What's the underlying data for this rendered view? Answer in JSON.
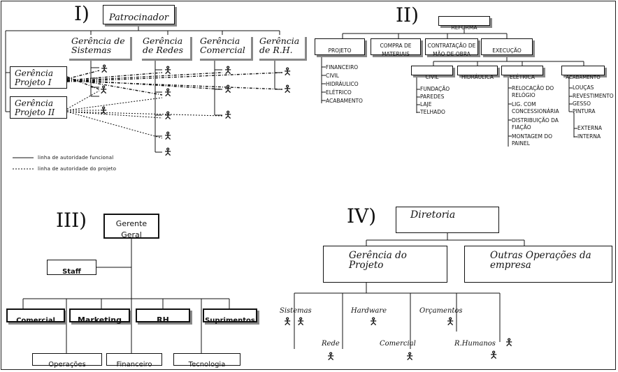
{
  "section1": {
    "label": "I)",
    "sponsor": "Patrocinador",
    "managements": [
      "Gerência de Sistemas",
      "Gerência de Redes",
      "Gerência Comercial",
      "Gerência de R.H."
    ],
    "projects": [
      "Gerência Projeto I",
      "Gerência Projeto II"
    ],
    "legend_solid": "linha de autoridade funcional",
    "legend_dashed": "linha de autoridade do projeto"
  },
  "section2": {
    "label": "II)",
    "root": "REFORMA",
    "branches": [
      "PROJETO",
      "COMPRA DE MATERIAIS",
      "CONTRATAÇÃO DE MÃO DE OBRA",
      "EXECUÇÃO"
    ],
    "projeto_items": [
      "FINANCEIRO",
      "CIVIL",
      "HIDRÁULICO",
      "ELÉTRICO",
      "ACABAMENTO"
    ],
    "execucao_children": [
      "CIVIL",
      "HIDRÁULICA",
      "ELÉTRICA",
      "ACABAMENTO"
    ],
    "civil_items": [
      "FUNDAÇÃO",
      "PAREDES",
      "LAJE",
      "TELHADO"
    ],
    "eletrica_items": [
      "RELOCAÇÃO DO RELÓGIO",
      "LIG. COM CONCESSIONÁRIA",
      "DISTRIBUIÇÃO DA FIAÇÃO",
      "MONTAGEM DO PAINEL"
    ],
    "acabamento_items": [
      "LOUÇAS",
      "REVESTIMENTO",
      "GESSO",
      "PINTURA"
    ],
    "pintura_items": [
      "EXTERNA",
      "INTERNA"
    ]
  },
  "section3": {
    "label": "III)",
    "root": "Gerente Geral",
    "staff": "Staff",
    "departments": [
      "Comercial",
      "Marketing",
      "RH",
      "Suprimentos"
    ],
    "bottom": [
      "Operações",
      "Financeiro",
      "Tecnologia"
    ]
  },
  "section4": {
    "label": "IV)",
    "root": "Diretoria",
    "children": [
      "Gerência do Projeto",
      "Outras Operações da empresa"
    ],
    "teams": [
      "Sistemas",
      "Hardware",
      "Orçamentos",
      "Rede",
      "Comercial",
      "R.Humanos"
    ]
  }
}
